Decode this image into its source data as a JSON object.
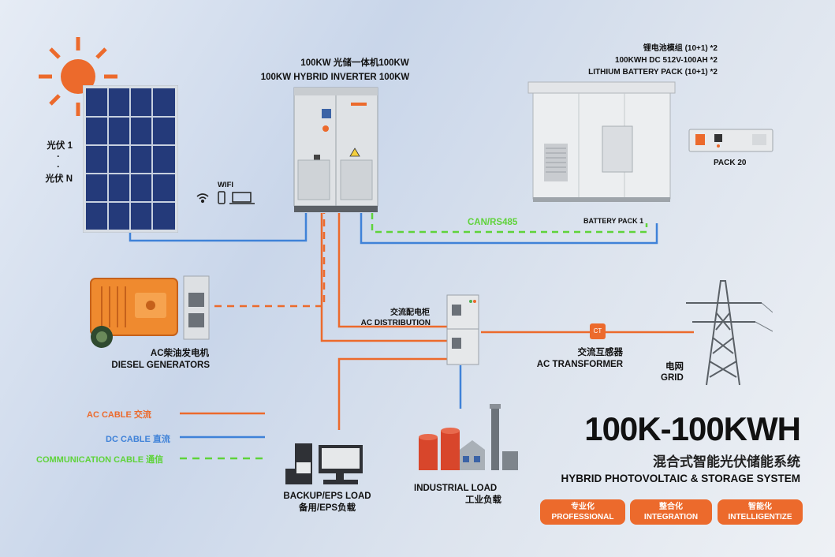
{
  "colors": {
    "ac": "#ec6a2c",
    "dc": "#3f82d8",
    "comm": "#5fd33a",
    "accent": "#ec6a2c"
  },
  "pv": {
    "label1": "光伏 1",
    "dot1": "·",
    "dot2": "·",
    "labelN": "光伏 N"
  },
  "wifi": {
    "label": "WIFI"
  },
  "inverter": {
    "line1": "100KW  光储一体机100KW",
    "line2": "100KW HYBRID INVERTER 100KW"
  },
  "battery": {
    "line1": "锂电池模组    (10+1)  *2",
    "line2": "100KWH   DC 512V-100AH *2",
    "line3": "LITHIUM BATTERY PACK   (10+1)  *2",
    "pack_label": "PACK 20",
    "pack1_label": "BATTERY PACK  1",
    "can_label": "CAN/RS485"
  },
  "diesel": {
    "cn": "AC柴油发电机",
    "en": "DIESEL GENERATORS"
  },
  "distribution": {
    "cn": "交流配电柜",
    "en": "AC  DISTRIBUTION"
  },
  "transformer": {
    "cn": "交流互感器",
    "en": "AC TRANSFORMER",
    "ct": "CT"
  },
  "grid": {
    "cn": "电网",
    "en": "GRID"
  },
  "legend": {
    "ac_en": "AC CABLE",
    "ac_cn": "交流",
    "dc_en": "DC CABLE",
    "dc_cn": "直流",
    "comm_en": "COMMUNICATION CABLE",
    "comm_cn": "通信"
  },
  "backup": {
    "en": "BACKUP/EPS LOAD",
    "cn": "备用/EPS负载"
  },
  "industrial": {
    "en": "INDUSTRIAL LOAD",
    "cn": "工业负载"
  },
  "title": {
    "main": "100K-100KWH",
    "cn": "混合式智能光伏储能系统",
    "en": "HYBRID PHOTOVOLTAIC & STORAGE SYSTEM"
  },
  "badges": [
    {
      "cn": "专业化",
      "en": "PROFESSIONAL"
    },
    {
      "cn": "整合化",
      "en": "INTEGRATION"
    },
    {
      "cn": "智能化",
      "en": "INTELLIGENTIZE"
    }
  ]
}
